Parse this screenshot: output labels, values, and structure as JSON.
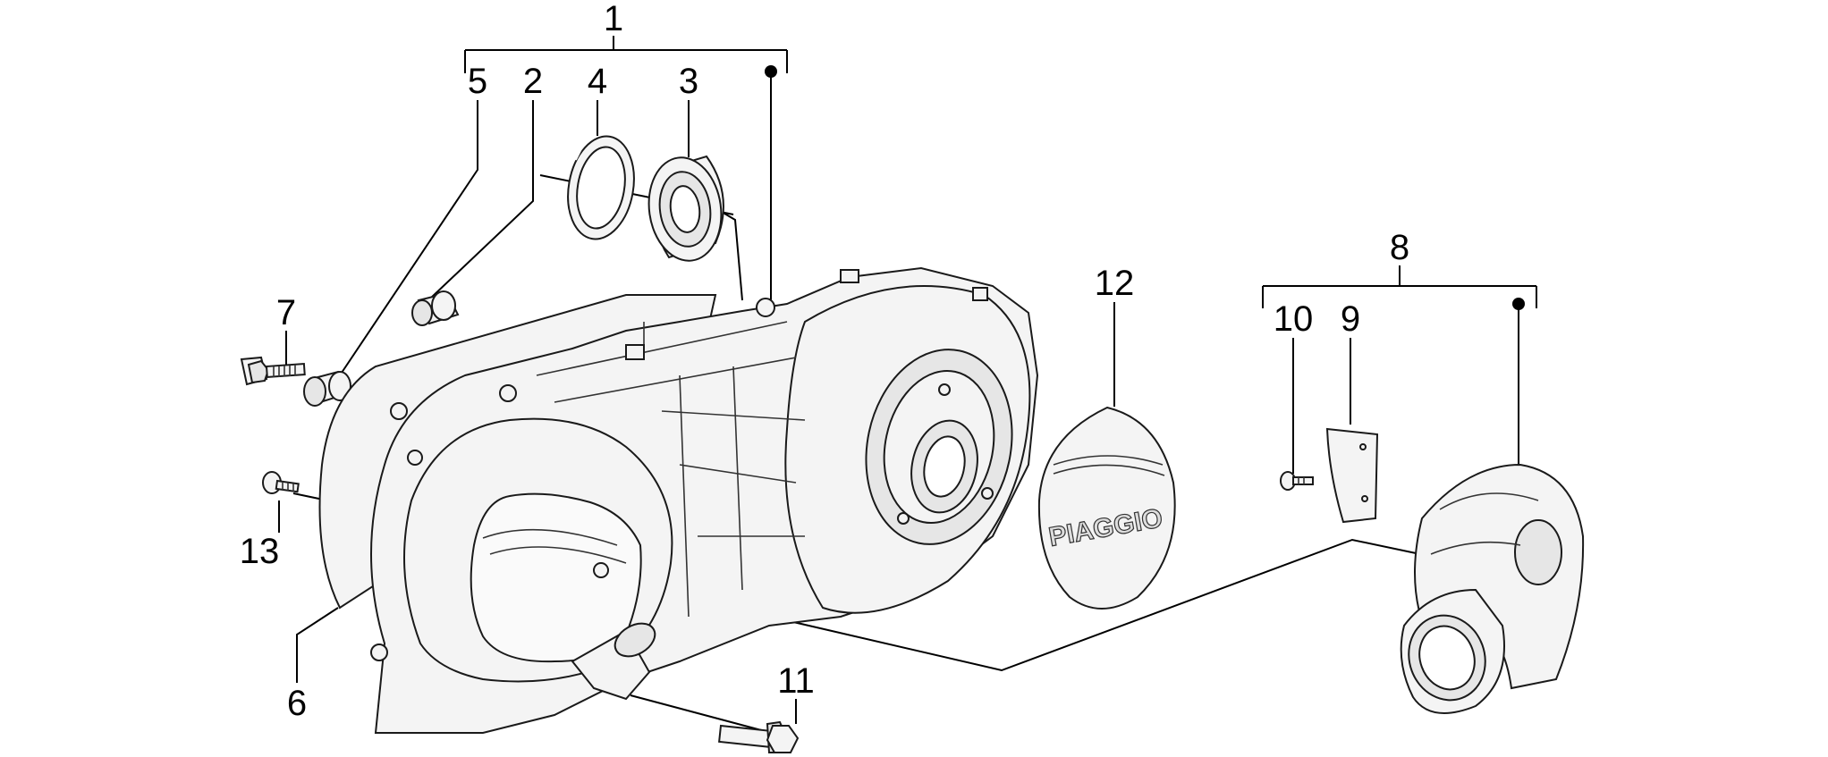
{
  "callouts": {
    "c1": "1",
    "c2": "2",
    "c3": "3",
    "c4": "4",
    "c5": "5",
    "c6": "6",
    "c7": "7",
    "c8": "8",
    "c9": "9",
    "c10": "10",
    "c11": "11",
    "c12": "12",
    "c13": "13"
  },
  "cover_logo": "PIAGGIO"
}
